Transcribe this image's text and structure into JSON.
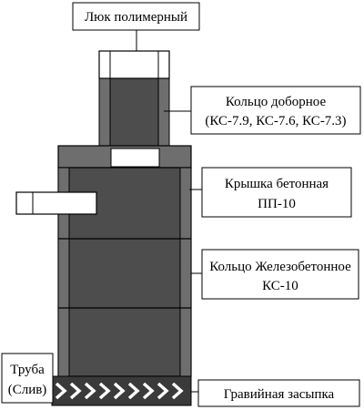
{
  "labels": {
    "hatch": "Люк полимерный",
    "extension_ring_line1": "Кольцо доборное",
    "extension_ring_line2": "(КС-7.9, КС-7.6, КС-7.3)",
    "concrete_cover_line1": "Крышка бетонная",
    "concrete_cover_line2": "ПП-10",
    "concrete_ring_line1": "Кольцо Железобетонное",
    "concrete_ring_line2": "КС-10",
    "pipe_line1": "Труба",
    "pipe_line2": "(Слив)",
    "gravel": "Гравийная засыпка"
  },
  "colors": {
    "ring_fill": "#4d4d4d",
    "ring_wall": "#6e6e6e",
    "outline": "#000000",
    "white": "#ffffff",
    "gravel_bg": "#3a3a3a"
  }
}
